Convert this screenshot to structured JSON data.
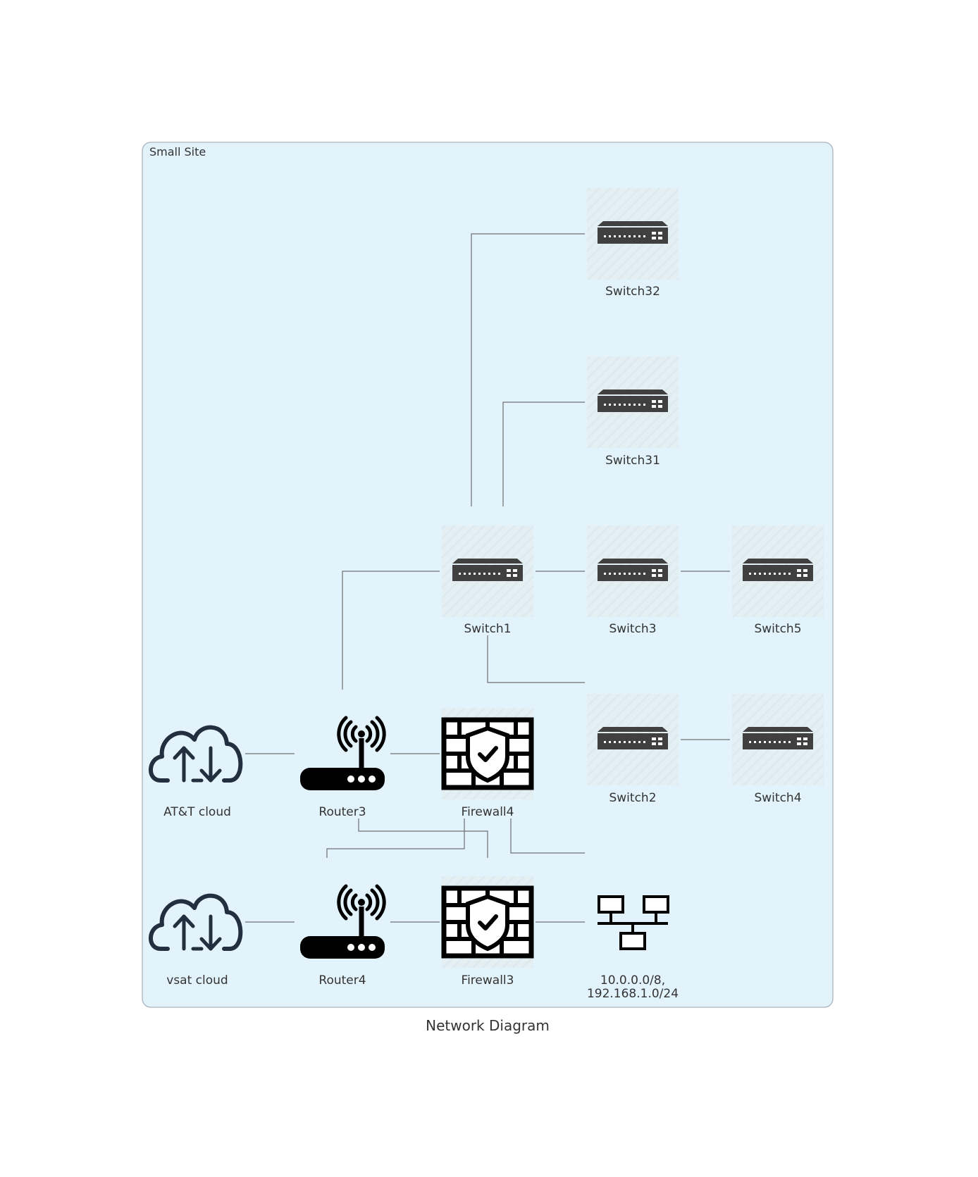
{
  "diagram": {
    "caption": "Network Diagram",
    "group": {
      "label": "Small Site",
      "fill": "#e2f3fb",
      "stroke": "#a9b3bb"
    },
    "nodes": [
      {
        "id": "switch32",
        "label": "Switch32",
        "icon": "switch-icon"
      },
      {
        "id": "switch31",
        "label": "Switch31",
        "icon": "switch-icon"
      },
      {
        "id": "switch1",
        "label": "Switch1",
        "icon": "switch-icon"
      },
      {
        "id": "switch3",
        "label": "Switch3",
        "icon": "switch-icon"
      },
      {
        "id": "switch5",
        "label": "Switch5",
        "icon": "switch-icon"
      },
      {
        "id": "switch2",
        "label": "Switch2",
        "icon": "switch-icon"
      },
      {
        "id": "switch4",
        "label": "Switch4",
        "icon": "switch-icon"
      },
      {
        "id": "att-cloud",
        "label": "AT&T cloud",
        "icon": "cloud-icon"
      },
      {
        "id": "router3",
        "label": "Router3",
        "icon": "wireless-router-icon"
      },
      {
        "id": "firewall4",
        "label": "Firewall4",
        "icon": "firewall-icon"
      },
      {
        "id": "vsat-cloud",
        "label": "vsat cloud",
        "icon": "cloud-icon"
      },
      {
        "id": "router4",
        "label": "Router4",
        "icon": "wireless-router-icon"
      },
      {
        "id": "firewall3",
        "label": "Firewall3",
        "icon": "firewall-icon"
      },
      {
        "id": "subnet",
        "label_lines": [
          "10.0.0.0/8,",
          "192.168.1.0/24"
        ],
        "icon": "network-icon"
      }
    ],
    "edges": [
      {
        "from": "switch1",
        "to": "switch32"
      },
      {
        "from": "switch1",
        "to": "switch31"
      },
      {
        "from": "router3",
        "to": "switch1"
      },
      {
        "from": "switch1",
        "to": "switch3"
      },
      {
        "from": "switch3",
        "to": "switch5"
      },
      {
        "from": "switch1",
        "to": "switch2"
      },
      {
        "from": "switch2",
        "to": "switch4"
      },
      {
        "from": "att-cloud",
        "to": "router3"
      },
      {
        "from": "router3",
        "to": "firewall4"
      },
      {
        "from": "router3",
        "to": "firewall3"
      },
      {
        "from": "firewall4",
        "to": "router4"
      },
      {
        "from": "firewall4",
        "to": "subnet"
      },
      {
        "from": "vsat-cloud",
        "to": "router4"
      },
      {
        "from": "router4",
        "to": "firewall3"
      },
      {
        "from": "firewall3",
        "to": "subnet"
      }
    ],
    "colors": {
      "device": "#404040",
      "icon_dark": "#000000",
      "cloud": "#232f3e",
      "edge": "#6f6f6f"
    }
  }
}
